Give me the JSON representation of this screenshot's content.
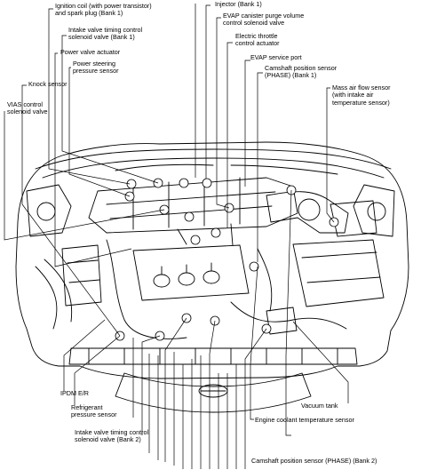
{
  "labels": {
    "ignition_coil": "Ignition coil (with power transistor)\nand spark plug (Bank 1)",
    "injector": "Injector (Bank 1)",
    "evap_purge": "EVAP canister purge volume\ncontrol solenoid valve",
    "ivt_bank1": "Intake valve timing control\nsolenoid valve (Bank 1)",
    "etc_actuator": "Electric throttle\ncontrol actuator",
    "power_valve": "Power valve actuator",
    "evap_port": "EVAP service port",
    "ps_pressure": "Power steering\npressure sensor",
    "cmp_bank1": "Camshaft position sensor\n(PHASE) (Bank 1)",
    "knock": "Knock sensor",
    "maf": "Mass air flow sensor\n(with intake air\ntemperature sensor)",
    "vias": "VIAS control\nsolenoid valve",
    "ipdm": "IPDM E/R",
    "refrigerant": "Refrigerant\npressure sensor",
    "vacuum_tank": "Vacuum tank",
    "ivt_bank2": "Intake valve timing control\nsolenoid valve (Bank 2)",
    "ect": "Engine coolant temperature sensor",
    "cmp_bank2": "Camshaft position sensor (PHASE) (Bank 2)"
  },
  "colors": {
    "ink": "#000000",
    "paper": "#ffffff"
  }
}
